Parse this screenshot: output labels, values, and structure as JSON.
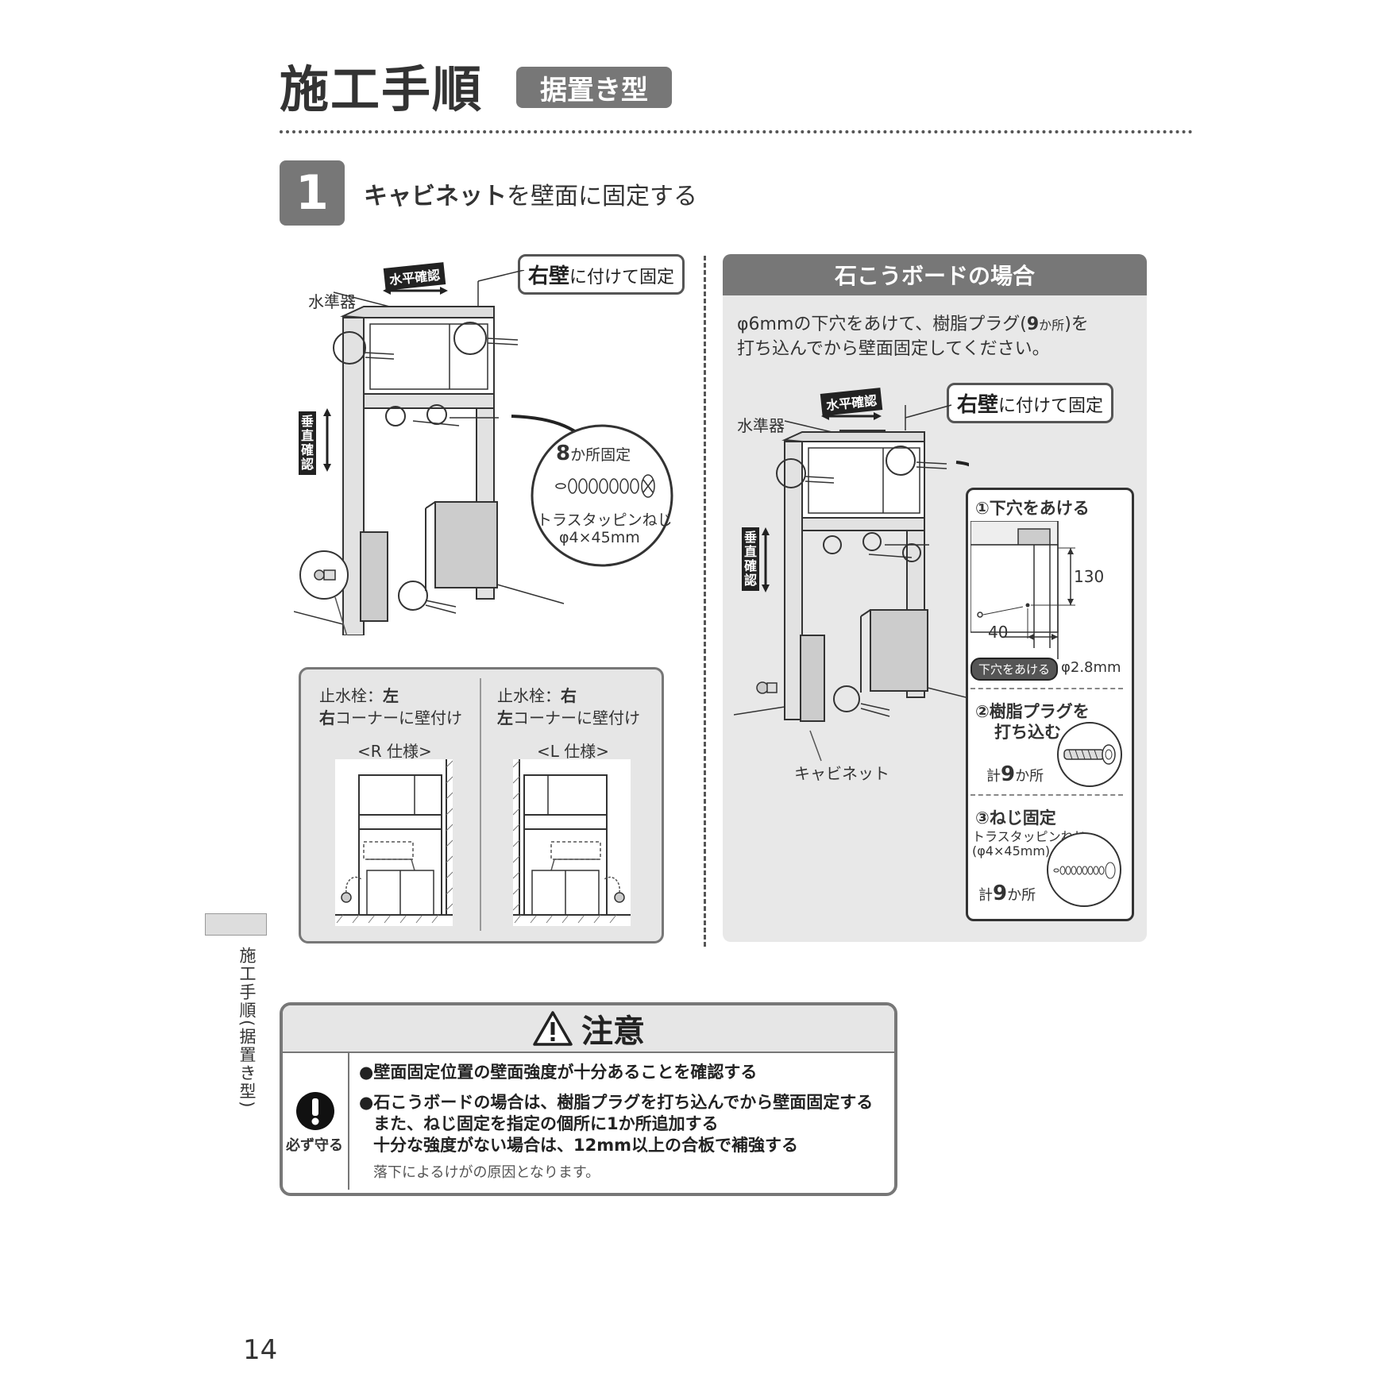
{
  "header": {
    "title": "施工手順",
    "badge": "据置き型"
  },
  "step": {
    "number": "1",
    "title_bold": "キャビネット",
    "title_rest": "を壁面に固定する"
  },
  "left_diagram": {
    "level_tag": "水平確認",
    "level_label": "水準器",
    "vertical_tag": "垂直確認",
    "callout_bold": "右壁",
    "callout_rest": "に付けて固定",
    "screw_count_num": "8",
    "screw_count_rest": "か所固定",
    "screw_name": "トラスタッピンねじ",
    "screw_size": "φ4×45mm"
  },
  "spec_box": {
    "r": {
      "line1_prefix": "止水栓：",
      "line1_bold": "左",
      "line2_bold": "右",
      "line2_rest": "コーナーに壁付け",
      "caption": "<R 仕様>"
    },
    "l": {
      "line1_prefix": "止水栓：",
      "line1_bold": "右",
      "line2_bold": "左",
      "line2_rest": "コーナーに壁付け",
      "caption": "<L 仕様>"
    }
  },
  "gypsum": {
    "heading": "石こうボードの場合",
    "text_line1_a": "φ6mmの下穴をあけて、樹脂プラグ(",
    "text_line1_b": "9",
    "text_line1_c": "か所",
    "text_line1_d": ")を",
    "text_line2": "打ち込んでから壁面固定してください。",
    "level_tag": "水平確認",
    "level_label": "水準器",
    "vertical_tag": "垂直確認",
    "callout_bold": "右壁",
    "callout_rest": "に付けて固定",
    "cabinet_label": "キャビネット",
    "sub1_title": "①下穴をあける",
    "dim_130": "130",
    "dim_40": "40",
    "drill_tag": "下穴をあける",
    "drill_size": "φ2.8mm",
    "sub2_title_1": "②樹脂プラグを",
    "sub2_title_2": "打ち込む",
    "sub2_count_prefix": "計",
    "sub2_count_num": "9",
    "sub2_count_suffix": "か所",
    "sub3_title": "③ねじ固定",
    "sub3_screw": "トラスタッピンねじ",
    "sub3_size": "(φ4×45mm)",
    "sub3_count_prefix": "計",
    "sub3_count_num": "9",
    "sub3_count_suffix": "か所"
  },
  "caution": {
    "heading": "注意",
    "must_label": "必ず守る",
    "line1": "●壁面固定位置の壁面強度が十分あることを確認する",
    "line2": "●石こうボードの場合は、樹脂プラグを打ち込んでから壁面固定する",
    "line3": "また、ねじ固定を指定の個所に1か所追加する",
    "line4": "十分な強度がない場合は、12mm以上の合板で補強する",
    "note": "落下によるけがの原因となります。"
  },
  "sidebar": {
    "label": "施工手順(据置き型)"
  },
  "page": {
    "number": "14"
  }
}
